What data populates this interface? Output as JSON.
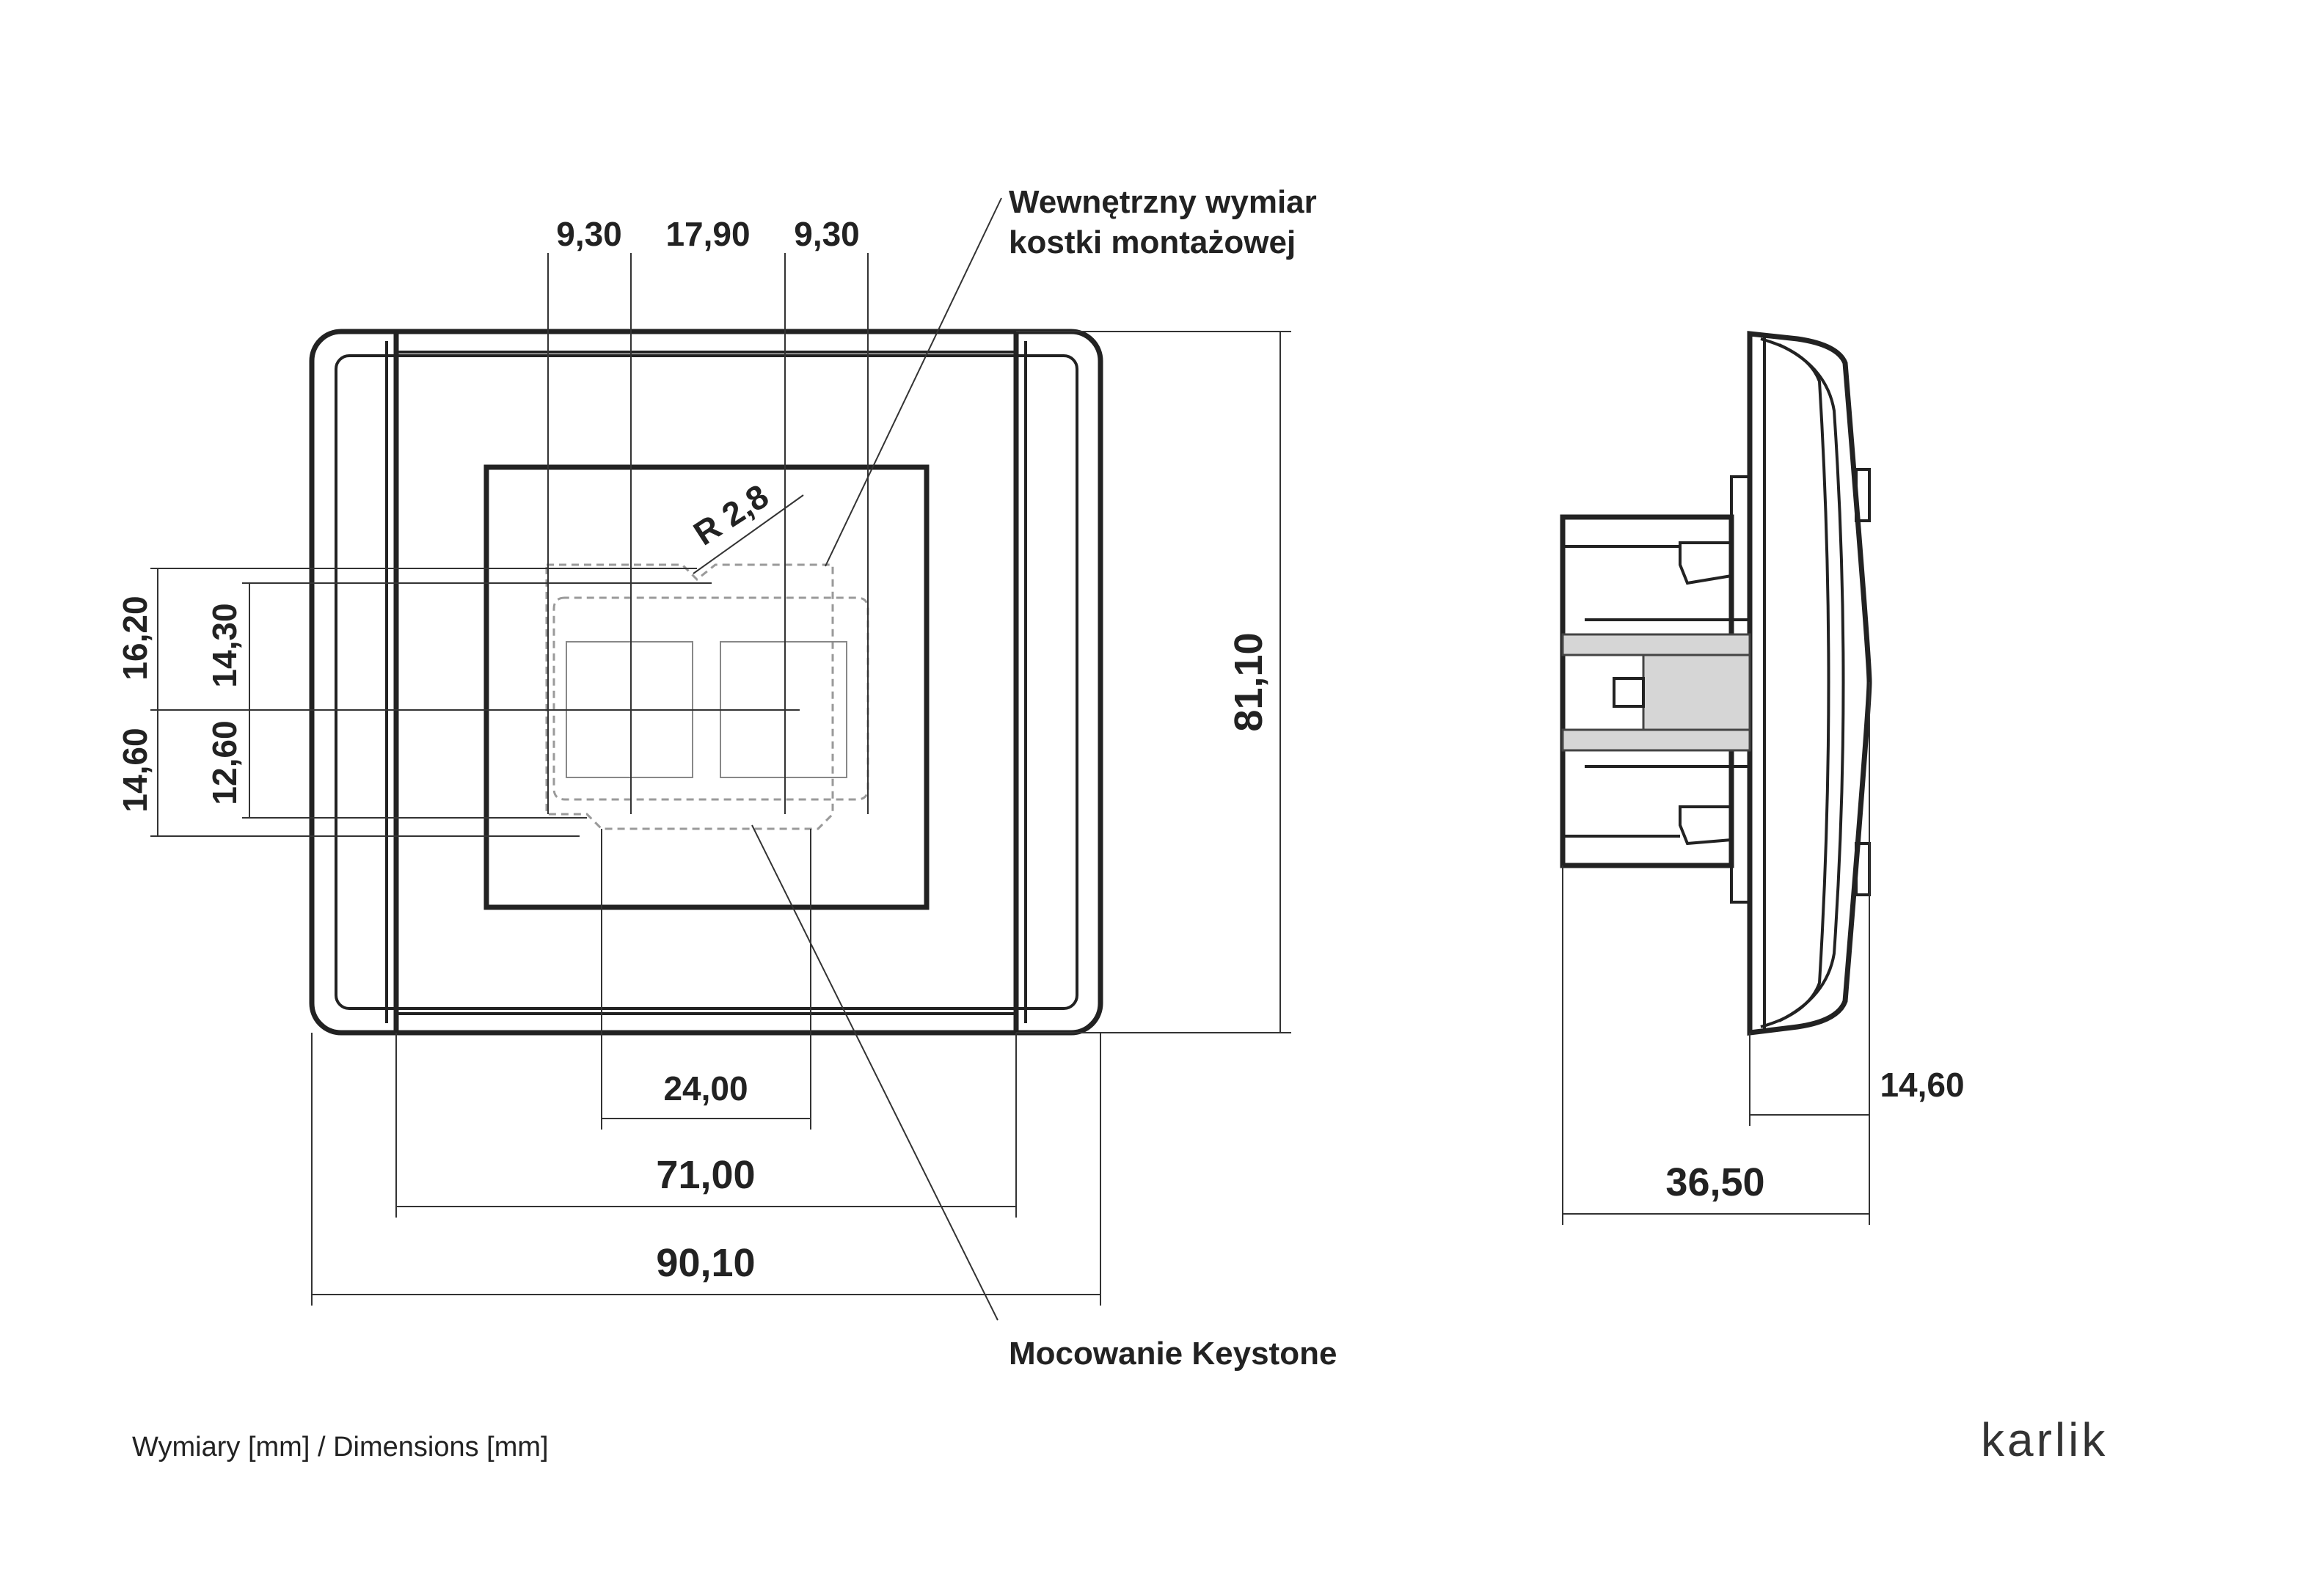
{
  "dimensions": {
    "top_left": "9,30",
    "top_middle": "17,90",
    "top_right": "9,30",
    "left_outer_upper": "16,20",
    "left_inner_upper": "14,30",
    "left_outer_lower": "14,60",
    "left_inner_lower": "12,60",
    "radius": "R 2,8",
    "keystone_spacing": "24,00",
    "frame_inner_width": "71,00",
    "frame_outer_width": "90,10",
    "height": "81,10",
    "side_protrusion": "14,60",
    "side_depth": "36,50"
  },
  "callouts": {
    "box_line1": "Wewnętrzny wymiar",
    "box_line2": "kostki montażowej",
    "keystone": "Mocowanie Keystone"
  },
  "footer": {
    "units": "Wymiary [mm] / Dimensions [mm]",
    "logo": "karlik"
  },
  "colors": {
    "line": "#222222",
    "dashed": "#9a9a9a",
    "background": "#ffffff"
  }
}
